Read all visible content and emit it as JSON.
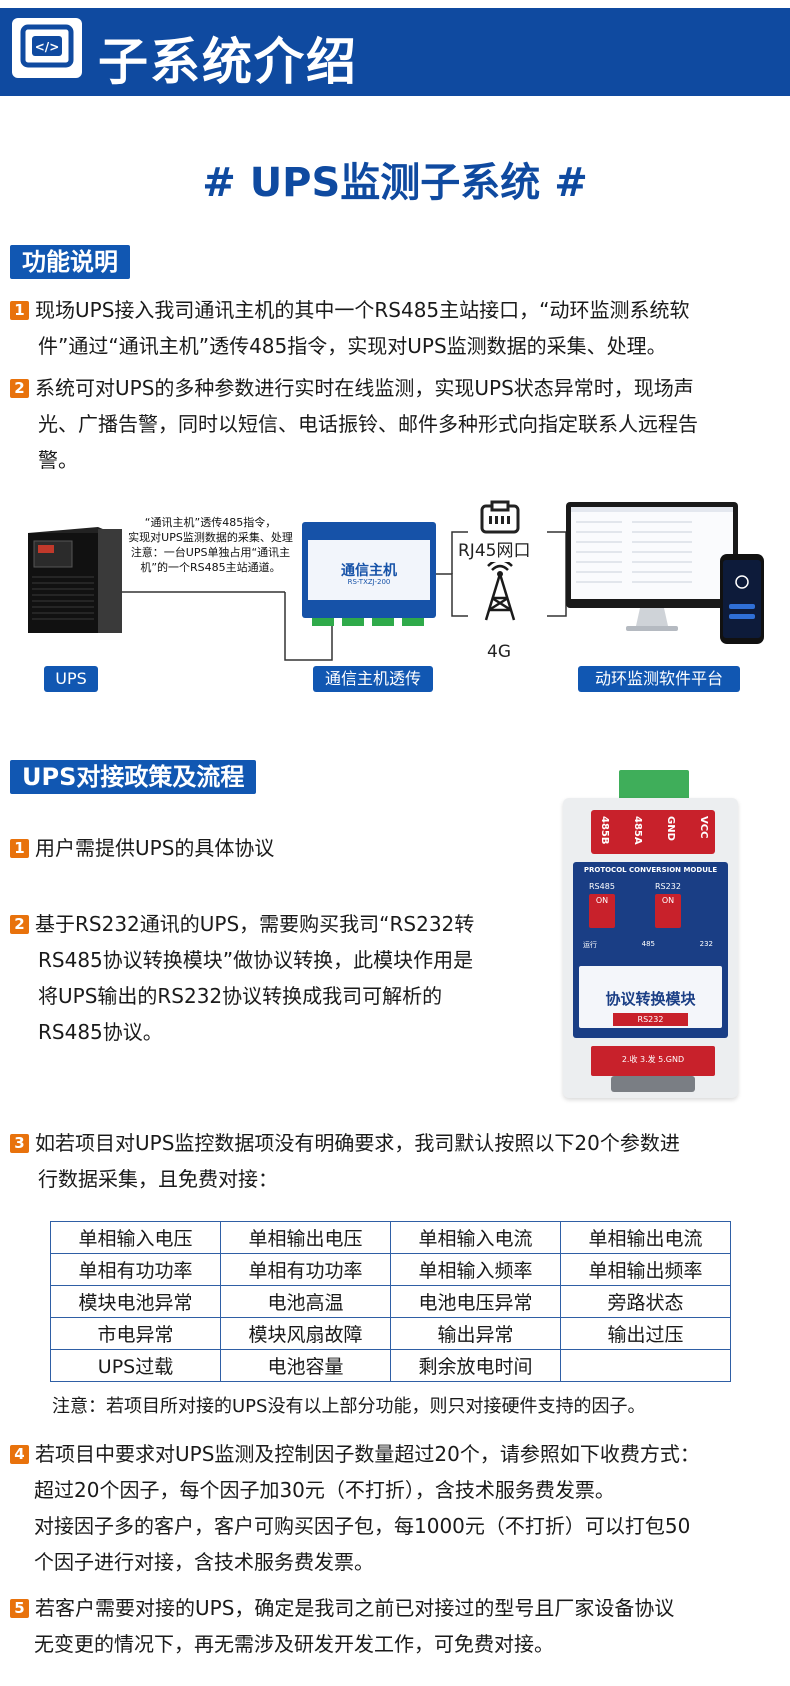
{
  "header": {
    "title": "子系统介绍"
  },
  "main_title": "# UPS监测子系统 #",
  "section1": {
    "label": "功能说明",
    "items": [
      {
        "num": "1",
        "lines": [
          "现场UPS接入我司通讯主机的其中一个RS485主站接口，“动环监测系统软",
          "件”通过“通讯主机”透传485指令，实现对UPS监测数据的采集、处理。"
        ]
      },
      {
        "num": "2",
        "lines": [
          "系统可对UPS的多种参数进行实时在线监测，实现UPS状态异常时，现场声",
          "光、广播告警，同时以短信、电话振铃、邮件多种形式向指定联系人远程告",
          "警。"
        ]
      }
    ]
  },
  "diagram": {
    "note_lines": [
      "“通讯主机”透传485指令，",
      "实现对UPS监测数据的采集、处理",
      "注意：一台UPS单独占用“通讯主",
      "机”的一个RS485主站通道。"
    ],
    "host_label": "通信主机",
    "host_model": "RS-TXZJ-200",
    "rj45_label": "RJ45网口",
    "g4_label": "4G",
    "tag_ups": "UPS",
    "tag_host": "通信主机透传",
    "tag_platform": "动环监测软件平台"
  },
  "section2": {
    "label": "UPS对接政策及流程",
    "item1": {
      "num": "1",
      "text": "用户需提供UPS的具体协议"
    },
    "item2": {
      "num": "2",
      "lines": [
        "基于RS232通讯的UPS，需要购买我司“RS232转",
        "RS485协议转换模块”做协议转换，此模块作用是",
        "将UPS输出的RS232协议转换成我司可解析的",
        "RS485协议。"
      ]
    },
    "module": {
      "pins": [
        "485B",
        "485A",
        "GND",
        "VCC"
      ],
      "header": "PROTOCOL CONVERSION MODULE",
      "sw1": "RS485",
      "sw2": "RS232",
      "on": "ON",
      "leds": [
        "运行",
        "485",
        "232"
      ],
      "title": "协议转换模块",
      "sub": "RS232",
      "bottom": "2.收 3.发 5.GND"
    },
    "item3": {
      "num": "3",
      "lines": [
        "如若项目对UPS监控数据项没有明确要求，我司默认按照以下20个参数进",
        "行数据采集，且免费对接："
      ]
    },
    "table": [
      [
        "单相输入电压",
        "单相输出电压",
        "单相输入电流",
        "单相输出电流"
      ],
      [
        "单相有功功率",
        "单相有功功率",
        "单相输入频率",
        "单相输出频率"
      ],
      [
        "模块电池异常",
        "电池高温",
        "电池电压异常",
        "旁路状态"
      ],
      [
        "市电异常",
        "模块风扇故障",
        "输出异常",
        "输出过压"
      ],
      [
        "UPS过载",
        "电池容量",
        "剩余放电时间",
        ""
      ]
    ],
    "table_note": "注意：若项目所对接的UPS没有以上部分功能，则只对接硬件支持的因子。",
    "item4": {
      "num": "4",
      "lines": [
        "若项目中要求对UPS监测及控制因子数量超过20个，请参照如下收费方式：",
        "超过20个因子，每个因子加30元（不打折），含技术服务费发票。",
        "对接因子多的客户，客户可购买因子包，每1000元（不打折）可以打包50",
        "个因子进行对接，含技术服务费发票。"
      ]
    },
    "item5": {
      "num": "5",
      "lines": [
        "若客户需要对接的UPS，确定是我司之前已对接过的型号且厂家设备协议",
        "无变更的情况下，再无需涉及研发开发工作，可免费对接。"
      ]
    }
  }
}
